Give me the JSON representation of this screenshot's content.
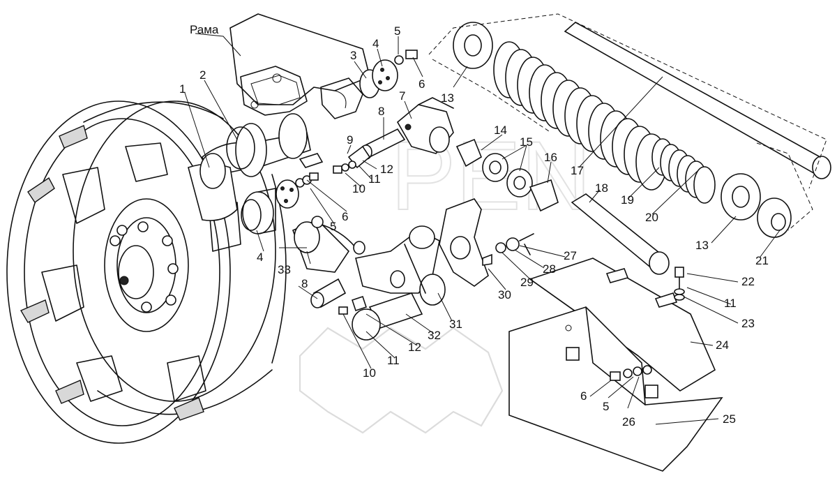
{
  "frame_label": "Рама",
  "callouts": [
    "1",
    "2",
    "3",
    "4",
    "5",
    "6",
    "7",
    "8",
    "9",
    "10",
    "11",
    "12",
    "13",
    "14",
    "15",
    "16",
    "17",
    "18",
    "19",
    "20",
    "21",
    "22",
    "23",
    "24",
    "25",
    "26",
    "27",
    "28",
    "29",
    "30",
    "31",
    "32",
    "33"
  ]
}
